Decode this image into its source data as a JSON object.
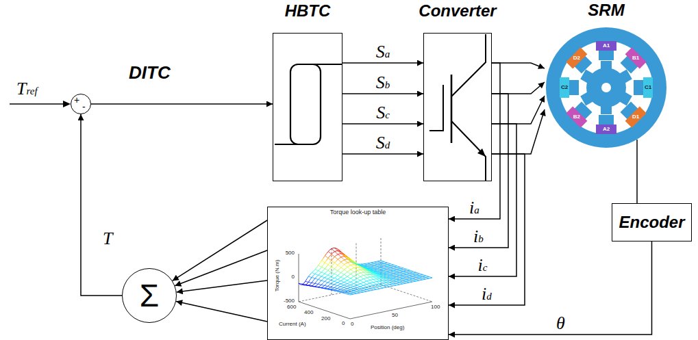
{
  "diagram": {
    "nodes": [
      {
        "text": [
          "+",
          "-"
        ]
      },
      {
        "text": [
          "HBTC"
        ]
      },
      {
        "text": [
          "Converter"
        ]
      },
      {
        "text": [
          "SRM",
          "A1",
          "B1",
          "D2",
          "C2",
          "C1",
          "B2",
          "D1",
          "A2"
        ]
      },
      {
        "text": [
          "Encoder"
        ]
      },
      {
        "text": [
          "Torque look-up table",
          "Torque (N.m)",
          "500",
          "0",
          "-500",
          "Current (A)",
          "600",
          "400",
          "200",
          "0",
          "0",
          "50",
          "100",
          "Position (deg)"
        ]
      },
      {
        "text": [
          "Σ"
        ]
      }
    ],
    "edges": [
      {
        "from": 0,
        "to": 1,
        "arrow": "to"
      },
      {
        "from": 1,
        "to": 2,
        "label": "Sa",
        "arrow": "to"
      },
      {
        "from": 1,
        "to": 2,
        "label": "Sb",
        "arrow": "to"
      },
      {
        "from": 1,
        "to": 2,
        "label": "Sc",
        "arrow": "to"
      },
      {
        "from": 1,
        "to": 2,
        "label": "Sd",
        "arrow": "to"
      },
      {
        "from": 2,
        "to": 3,
        "arrow": "to"
      },
      {
        "from": 2,
        "to": 3,
        "arrow": "to"
      },
      {
        "from": 2,
        "to": 3,
        "arrow": "to"
      },
      {
        "from": 2,
        "to": 3,
        "arrow": "to"
      },
      {
        "from": 2,
        "to": 5,
        "label": "ia",
        "arrow": "to"
      },
      {
        "from": 2,
        "to": 5,
        "label": "ib",
        "arrow": "to"
      },
      {
        "from": 2,
        "to": 5,
        "label": "ic",
        "arrow": "to"
      },
      {
        "from": 2,
        "to": 5,
        "label": "id",
        "arrow": "to"
      },
      {
        "from": 3,
        "to": 4,
        "arrow": "none"
      },
      {
        "from": 4,
        "to": 5,
        "label": "θ",
        "arrow": "to"
      },
      {
        "from": 5,
        "to": 6,
        "arrow": "to"
      },
      {
        "from": 5,
        "to": 6,
        "arrow": "to"
      },
      {
        "from": 5,
        "to": 6,
        "arrow": "to"
      },
      {
        "from": 5,
        "to": 6,
        "arrow": "to"
      },
      {
        "from": 6,
        "to": 0,
        "label": "T",
        "arrow": "to"
      }
    ],
    "labels": [
      "DITC",
      "Tref"
    ]
  }
}
